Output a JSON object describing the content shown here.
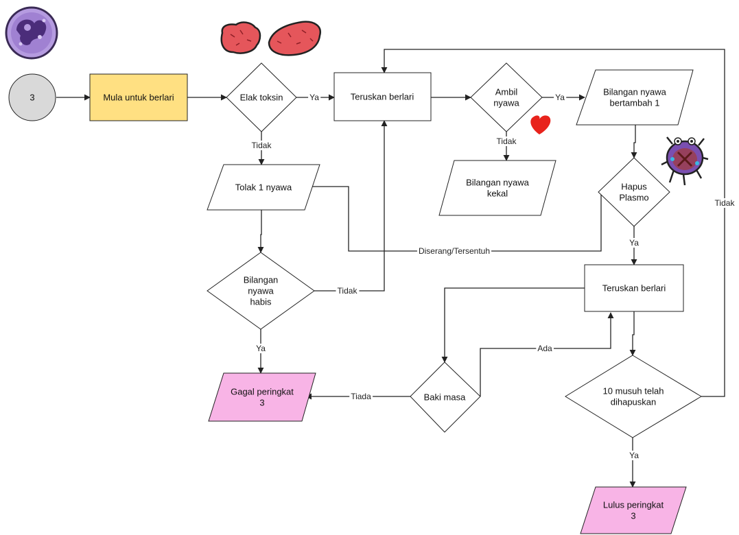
{
  "colors": {
    "start_fill": "#d9d9d9",
    "process_start_fill": "#ffe082",
    "end_fill": "#f8b4e6",
    "default_fill": "#ffffff",
    "heart": "#e8231c",
    "lung": "#e5565b",
    "stroke": "#222222"
  },
  "icons": [
    "white-blood-cell-icon",
    "lung-toxin-icon",
    "heart-icon",
    "plasmodium-bug-icon"
  ],
  "nodes": {
    "start": {
      "label": "3"
    },
    "mula": {
      "label": "Mula untuk berlari"
    },
    "elak": {
      "label": "Elak toksin"
    },
    "terus1": {
      "label": "Teruskan berlari"
    },
    "ambil": {
      "label": "Ambil\nnyawa"
    },
    "tambah": {
      "label": "Bilangan nyawa\nbertambah 1"
    },
    "kekal": {
      "label": "Bilangan nyawa\nkekal"
    },
    "tolak": {
      "label": "Tolak 1 nyawa"
    },
    "hapus": {
      "label": "Hapus\nPlasmo"
    },
    "habis": {
      "label": "Bilangan\nnyawa\nhabis"
    },
    "terus2": {
      "label": "Teruskan berlari"
    },
    "gagal": {
      "label": "Gagal peringkat\n3"
    },
    "baki": {
      "label": "Baki masa"
    },
    "musuh": {
      "label": "10 musuh telah\ndihapuskan"
    },
    "lulus": {
      "label": "Lulus peringkat\n3"
    }
  },
  "edge_labels": {
    "elak_ya": "Ya",
    "elak_tidak": "Tidak",
    "ambil_ya": "Ya",
    "ambil_tidak": "Tidak",
    "hapus_diserang": "Diserang/Tersentuh",
    "hapus_ya": "Ya",
    "habis_tidak": "Tidak",
    "habis_ya": "Ya",
    "baki_ada": "Ada",
    "baki_tiada": "Tiada",
    "musuh_ya": "Ya",
    "musuh_tidak": "Tidak"
  }
}
